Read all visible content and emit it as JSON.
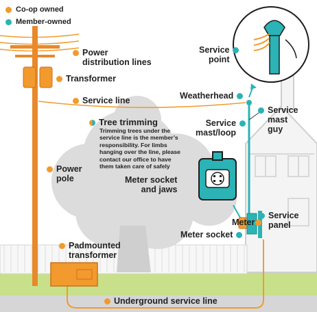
{
  "legend": [
    {
      "label": "Co-op owned",
      "color": "#f29a2e"
    },
    {
      "label": "Member-owned",
      "color": "#2bb3b5"
    }
  ],
  "labels": {
    "power_distribution_lines": [
      "Power",
      "distribution lines"
    ],
    "transformer": "Transformer",
    "service_line": "Service line",
    "tree_trimming": "Tree trimming",
    "tree_trimming_note": "Trimming trees under the service line is the member’s responsibility. For limbs hanging over the line, please contact our office to have them taken care of safely",
    "power_pole": [
      "Power",
      "pole"
    ],
    "padmounted_transformer": [
      "Padmounted",
      "transformer"
    ],
    "underground_service_line": "Underground service line",
    "service_point": [
      "Service",
      "point"
    ],
    "weatherhead": "Weatherhead",
    "service_mast_loop": [
      "Service",
      "mast/loop"
    ],
    "service_mast_guy": [
      "Service",
      "mast",
      "guy"
    ],
    "meter_socket_and_jaws": [
      "Meter socket",
      "and jaws"
    ],
    "meter": "Meter",
    "meter_socket": "Meter socket",
    "service_panel": [
      "Service",
      "panel"
    ]
  },
  "colors": {
    "co_op": "#f29a2e",
    "member": "#2bb3b5",
    "tree": "#d9dadb",
    "ground": "#c8e08a",
    "road": "#d6d6d6",
    "pole": "#e8892b",
    "house_line": "#cfcfcf"
  }
}
